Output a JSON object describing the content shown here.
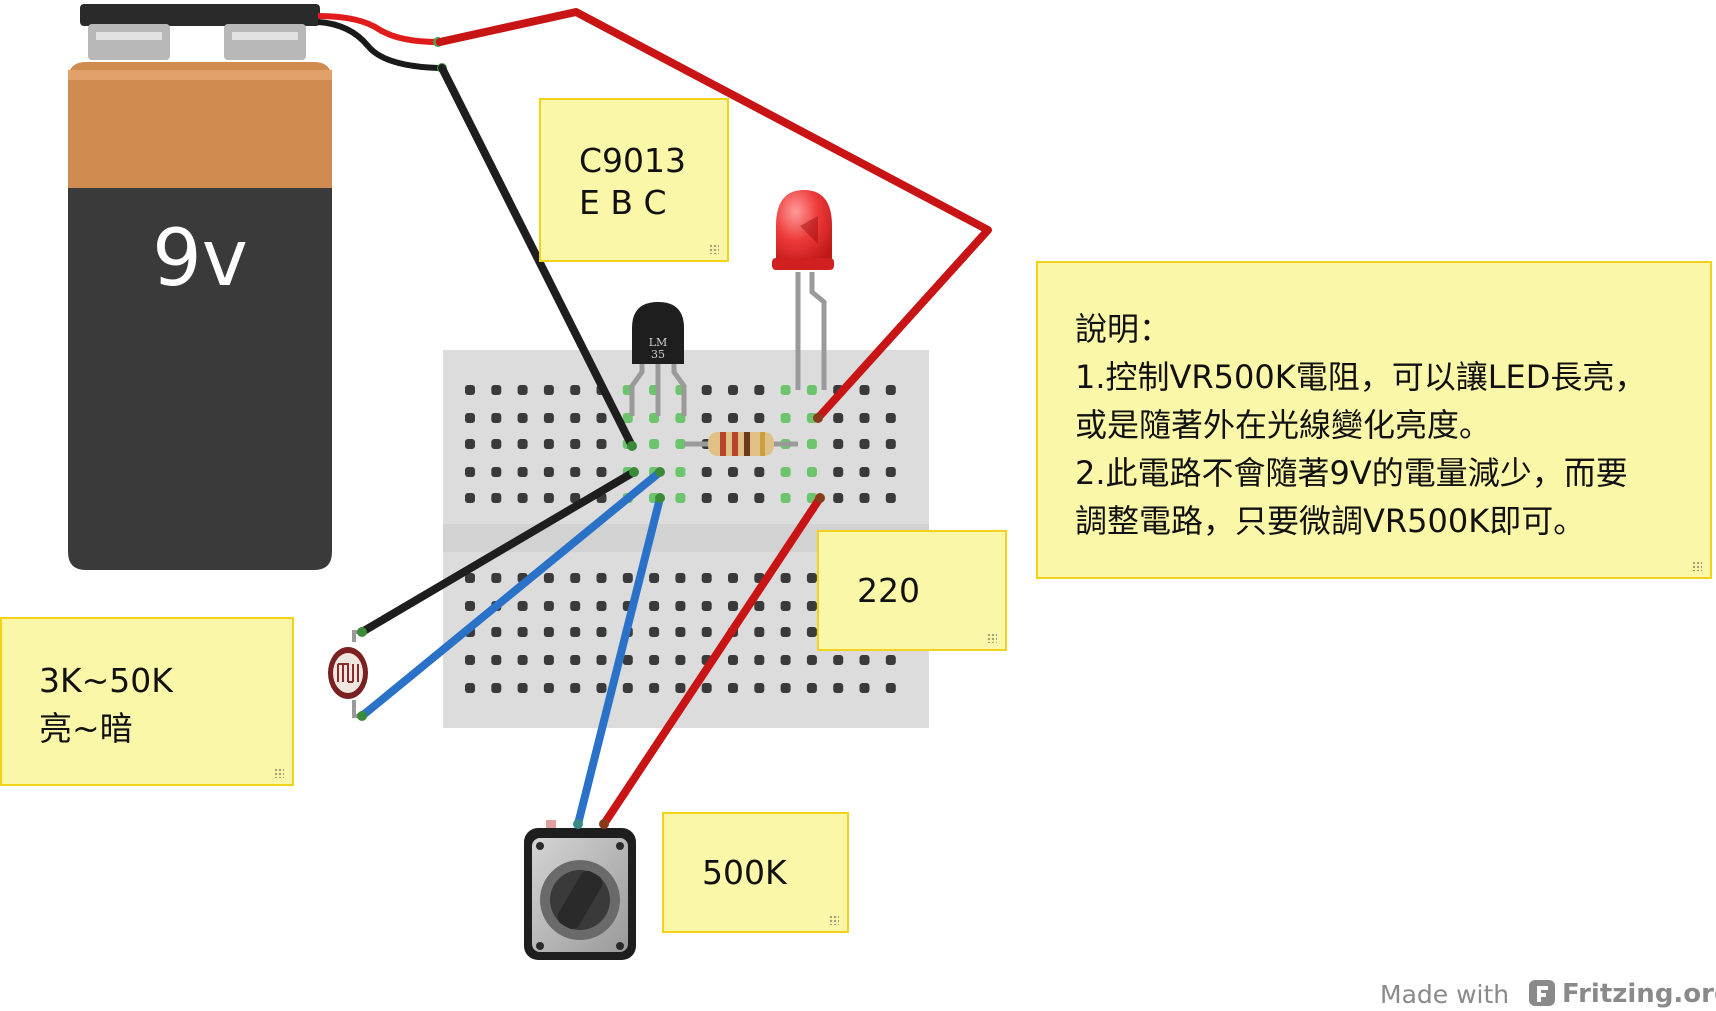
{
  "battery": {
    "label": "9v"
  },
  "sensor": {
    "label_line1": "LM",
    "label_line2": "35"
  },
  "notes": {
    "transistor": {
      "line1": "C9013",
      "line2": "E B C"
    },
    "description": {
      "title": "說明：",
      "line1": "1.控制VR500K電阻，可以讓LED長亮，",
      "line2": "或是隨著外在光線變化亮度。",
      "line3": "2.此電路不會隨著9V的電量減少，而要",
      "line4": "調整電路，只要微調VR500K即可。"
    },
    "resistor": {
      "line1": "220"
    },
    "photoresistor": {
      "line1": "3K~50K",
      "line2": "亮~暗"
    },
    "potentiometer": {
      "line1": "500K"
    }
  },
  "footer": {
    "made_with": "Made with",
    "brand": "Fritzing.org"
  },
  "colors": {
    "wire_red": "#c81414",
    "wire_black": "#1e1e1e",
    "wire_blue": "#2a72c8",
    "note_fill": "#fbf7a9",
    "note_border": "#f3d21a",
    "battery_top": "#d08c50",
    "battery_body": "#3a3a3a",
    "breadboard": "#dcdcdc"
  }
}
